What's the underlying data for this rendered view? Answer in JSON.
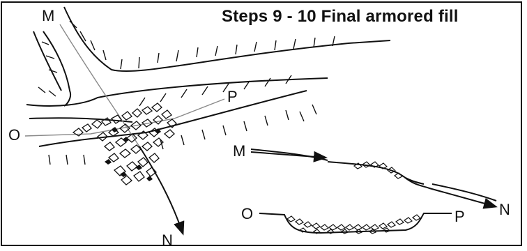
{
  "title": "Steps 9 - 10  Final armored fill",
  "plan_view": {
    "labels": {
      "m": "M",
      "o": "O",
      "p": "P",
      "n": "N"
    }
  },
  "profile_view": {
    "labels": {
      "m": "M",
      "n": "N",
      "o": "O",
      "p": "P"
    }
  },
  "colors": {
    "ink": "#111111",
    "guide_line": "#8a8a8a",
    "frame": "#111111"
  }
}
